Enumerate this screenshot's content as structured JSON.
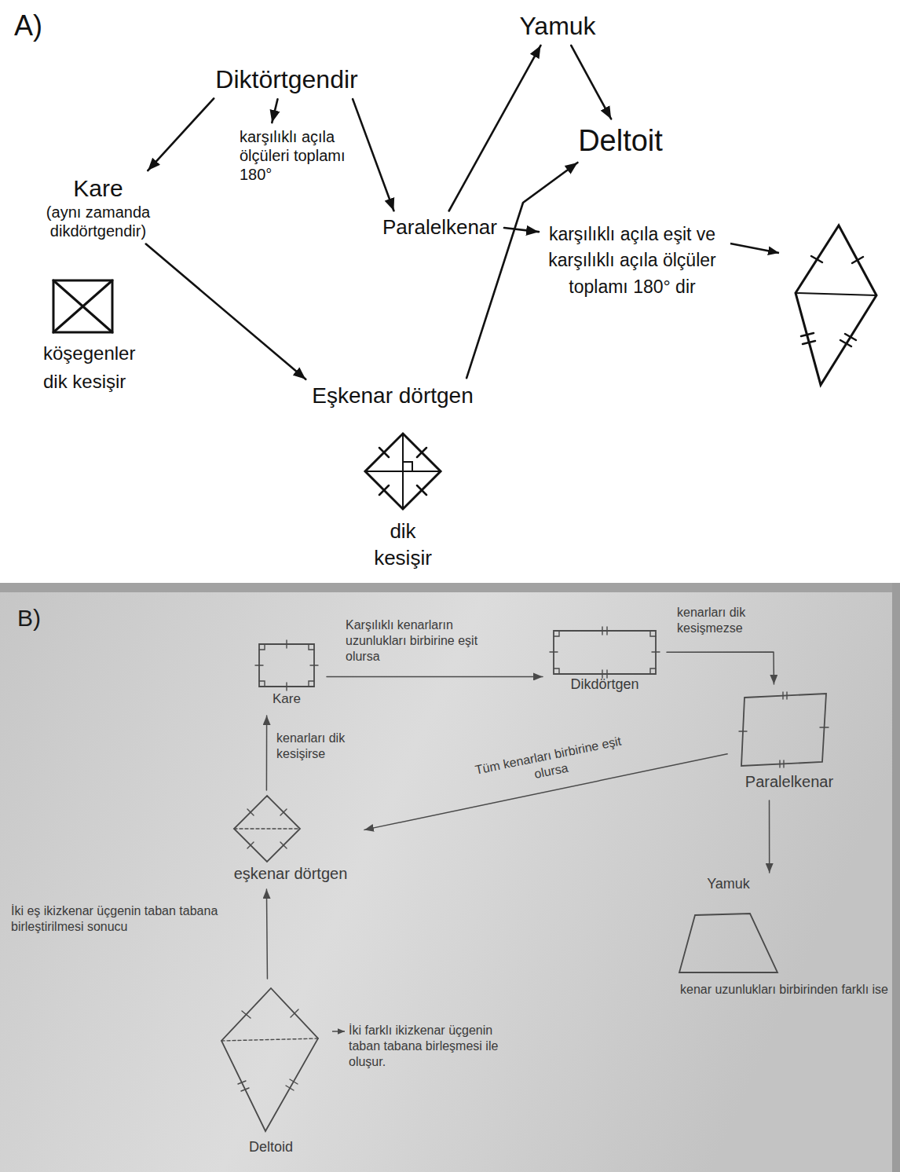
{
  "diagram": {
    "nodes": [
      {
        "text": [
          "Diktörtgendir"
        ]
      },
      {
        "text": [
          "karşılıklı açıla ölçüleri toplamı 180°"
        ]
      },
      {
        "text": [
          "Yamuk"
        ]
      },
      {
        "text": [
          "Deltoit"
        ]
      },
      {
        "text": [
          "Kare",
          "(aynı zamanda dikdörtgendir)"
        ]
      },
      {
        "text": [
          "Paralelkenar"
        ]
      },
      {
        "text": [
          "karşılıklı açıla eşit ve karşılıklı açıla ölçüler toplamı 180° dir"
        ]
      },
      {
        "text": [
          "Eşkenar dörtgen"
        ]
      },
      {
        "text": [
          "Kare"
        ]
      },
      {
        "text": [
          "Dikdörtgen"
        ]
      },
      {
        "text": [
          "Paralelkenar"
        ]
      },
      {
        "text": [
          "eşkenar dörtgen"
        ]
      },
      {
        "text": [
          "Yamuk"
        ]
      },
      {
        "text": [
          "Deltoid"
        ]
      }
    ],
    "edges": [
      {
        "from": 0,
        "to": 4,
        "arrow": "to"
      },
      {
        "from": 0,
        "to": 1,
        "arrow": "to"
      },
      {
        "from": 0,
        "to": 5,
        "arrow": "to"
      },
      {
        "from": 5,
        "to": 2,
        "arrow": "to"
      },
      {
        "from": 2,
        "to": 3,
        "arrow": "to"
      },
      {
        "from": 4,
        "to": 7,
        "arrow": "to"
      },
      {
        "from": 7,
        "to": 3,
        "arrow": "to"
      },
      {
        "from": 5,
        "to": 6,
        "arrow": "to"
      },
      {
        "from": 8,
        "to": 9,
        "label": "Karşılıklı kenarların uzunlukları birbirine eşit olursa",
        "arrow": "to"
      },
      {
        "from": 9,
        "to": 10,
        "label": "kenarları dik kesişmezse",
        "arrow": "to"
      },
      {
        "from": 10,
        "to": 12,
        "arrow": "to"
      },
      {
        "from": 10,
        "to": 11,
        "label": "Tüm kenarları birbirine eşit olursa",
        "arrow": "to"
      },
      {
        "from": 11,
        "to": 8,
        "label": "kenarları dik kesişirse",
        "arrow": "to"
      },
      {
        "from": 13,
        "to": 11,
        "label": "İki eş ikizkenar üçgenin taban tabana birleştirilmesi sonucu",
        "arrow": "to"
      }
    ],
    "labels": [
      "A)",
      "köşegenler dik kesişir",
      "dik kesişir",
      "B)",
      "kenar uzunlukları birbirinden farklı ise",
      "İki farklı ikizkenar üçgenin taban tabana birleşmesi ile oluşur."
    ]
  }
}
